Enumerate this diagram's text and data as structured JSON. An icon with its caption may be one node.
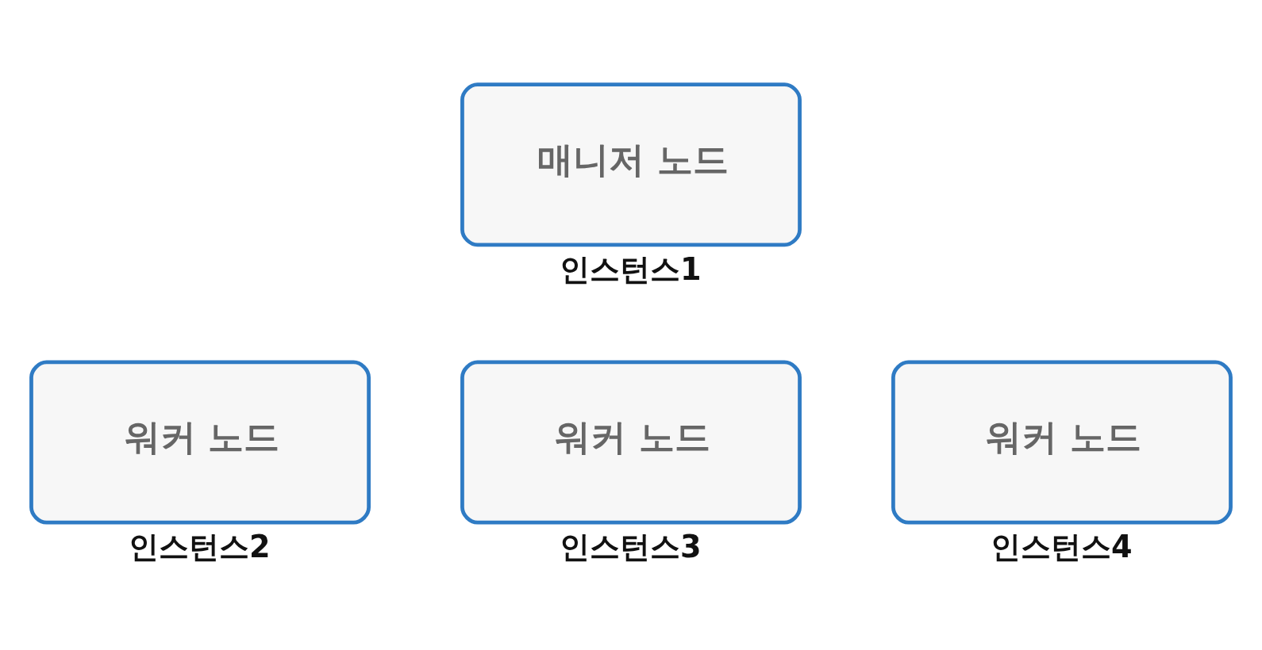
{
  "diagram": {
    "nodes": [
      {
        "text": [
          "매니저 노드"
        ],
        "beside": [
          "인스턴스1"
        ]
      },
      {
        "text": [
          "워커 노드"
        ],
        "beside": [
          "인스턴스2"
        ]
      },
      {
        "text": [
          "워커 노드"
        ],
        "beside": [
          "인스턴스3"
        ]
      },
      {
        "text": [
          "워커 노드"
        ],
        "beside": [
          "인스턴스4"
        ]
      }
    ]
  }
}
